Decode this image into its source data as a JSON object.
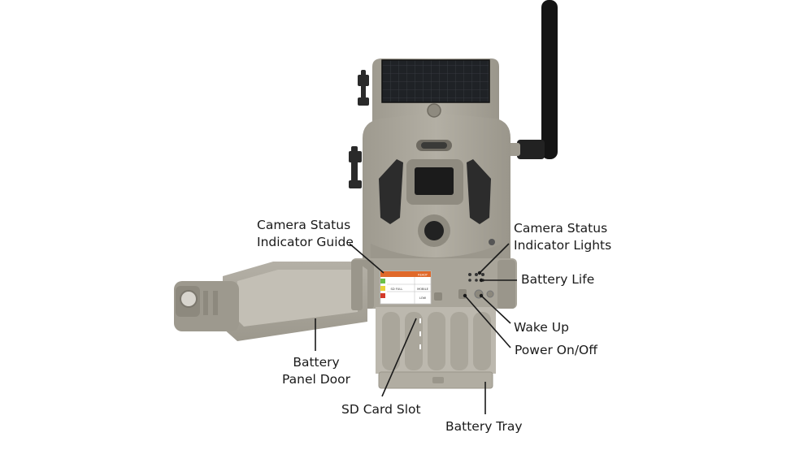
{
  "labels": {
    "camera_status_indicator_guide": [
      "Camera Status",
      "Indicator Guide"
    ],
    "camera_status_indicator_lights": [
      "Camera Status",
      "Indicator Lights"
    ],
    "battery_life": "Battery Life",
    "wake_up": "Wake Up",
    "power_on_off": "Power On/Off",
    "battery_panel_door": [
      "Battery",
      "Panel Door"
    ],
    "sd_card_slot": "SD Card Slot",
    "battery_tray": "Battery Tray"
  },
  "sticker": {
    "rows": [
      {
        "left": "SD FULL",
        "right": "MOBILE"
      },
      {
        "left": "",
        "right": "LOW"
      }
    ],
    "corner": "READY"
  },
  "colors": {
    "body": "#a7a398",
    "body_dark": "#8d897e",
    "solar_panel": "#1d1f22",
    "antenna": "#151515",
    "sticker_accent": "#e0692a",
    "leader_line": "#1a1a1a"
  }
}
